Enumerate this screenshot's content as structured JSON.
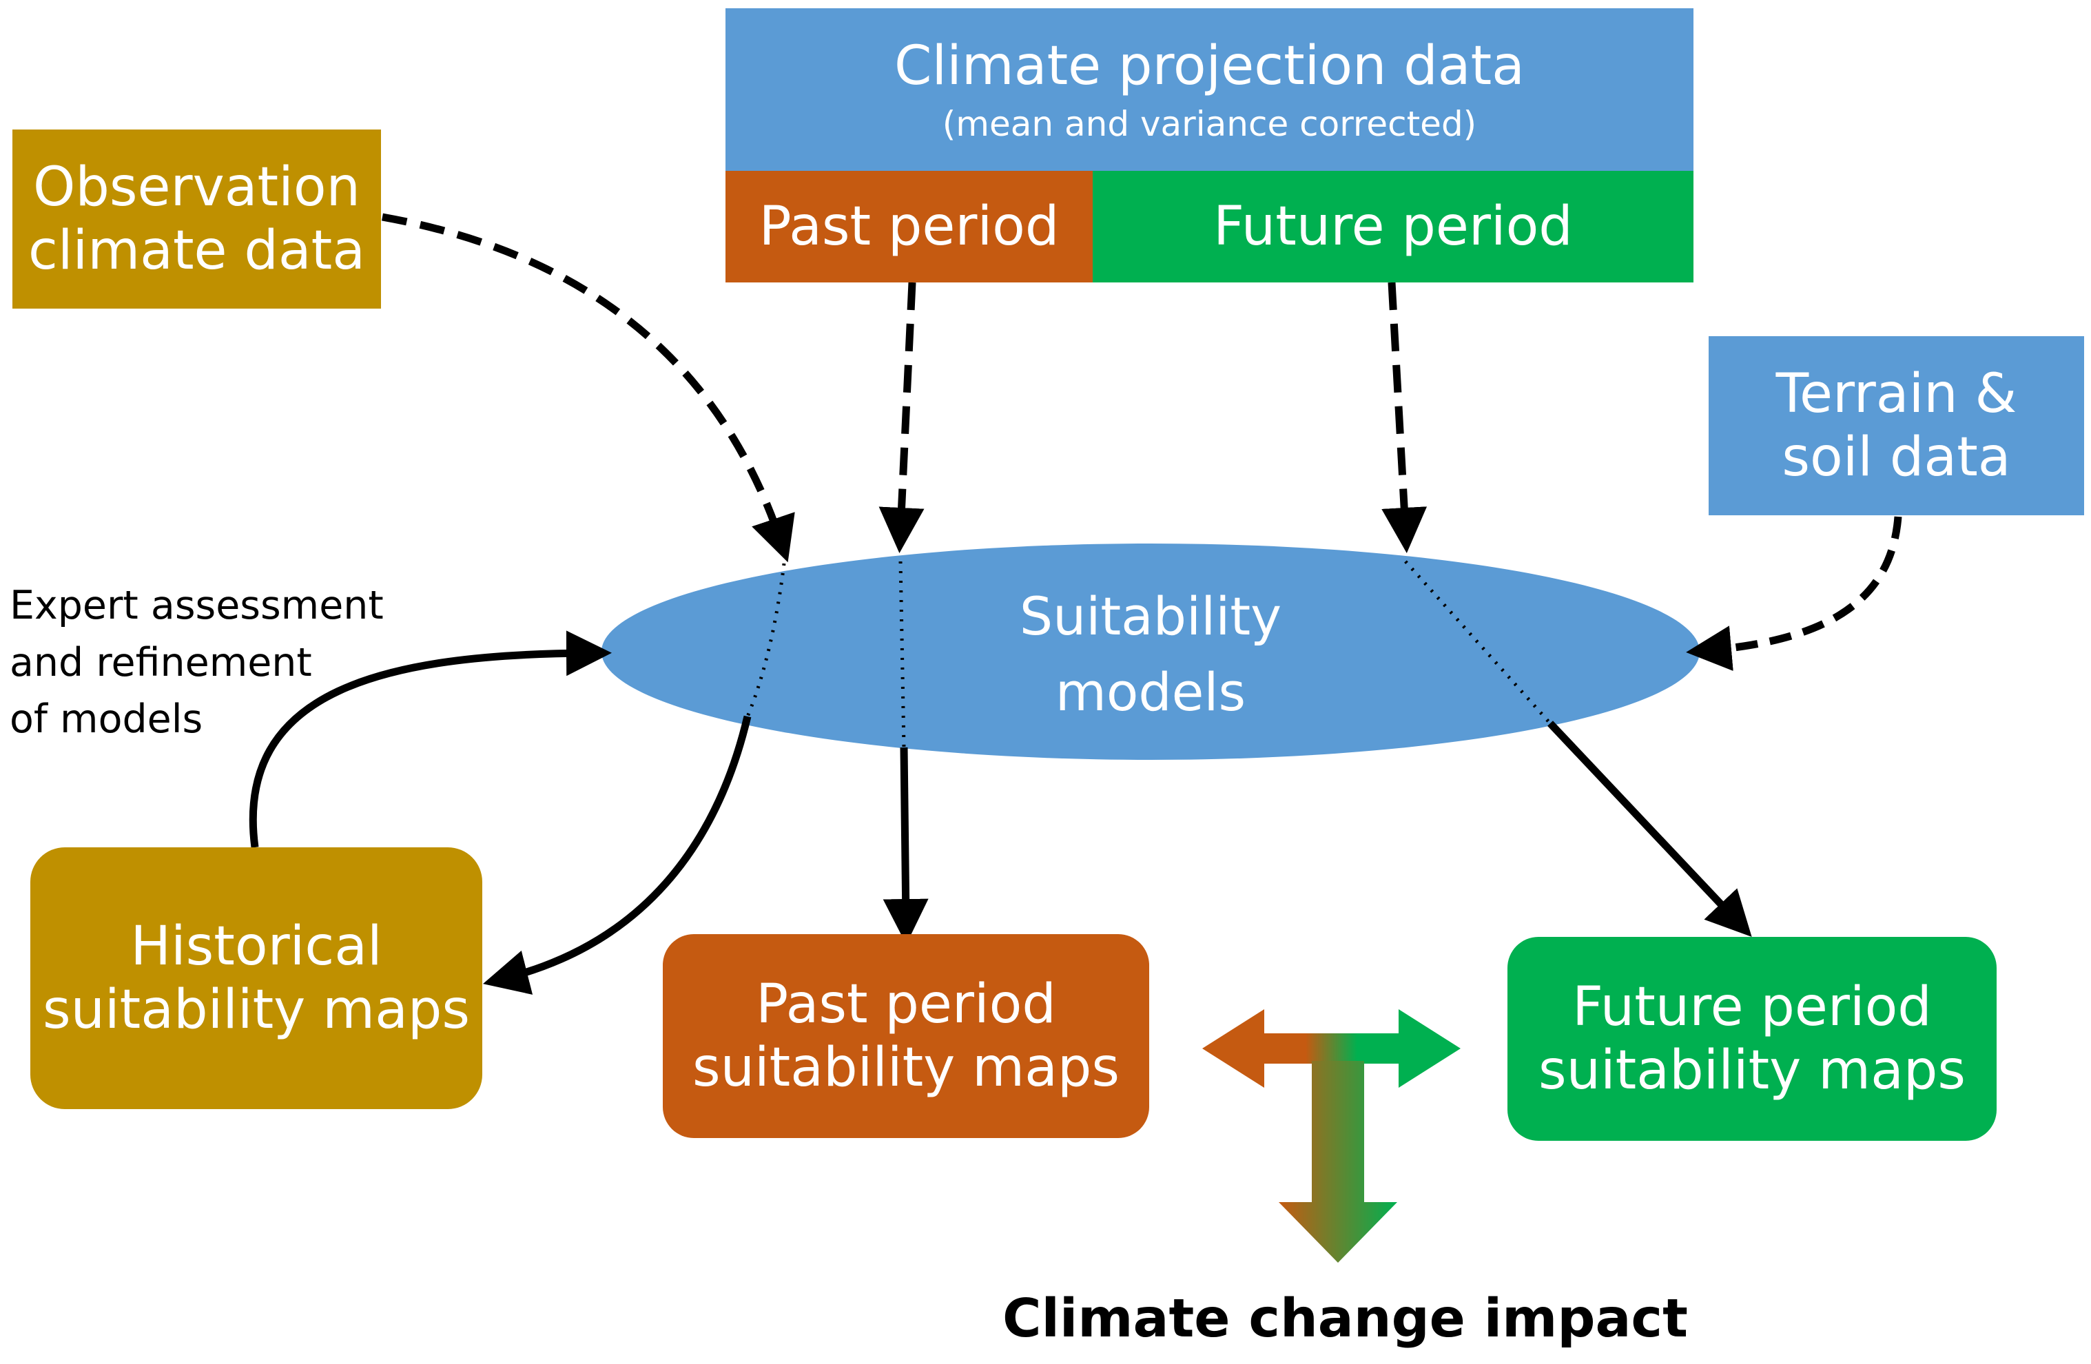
{
  "colors": {
    "gold": "#bf9000",
    "blue": "#5b9bd5",
    "orange": "#c55a11",
    "green": "#00b050",
    "arrow": "#000000"
  },
  "climate_projection": {
    "title": "Climate projection data",
    "subtitle": "(mean and variance corrected)",
    "past_label": "Past period",
    "future_label": "Future period"
  },
  "observation": {
    "line1": "Observation",
    "line2": "climate data"
  },
  "terrain": {
    "line1": "Terrain &",
    "line2": "soil data"
  },
  "suitability_models": {
    "line1": "Suitability",
    "line2": "models"
  },
  "expert_note": {
    "line1": "Expert assessment",
    "line2": "and refinement",
    "line3": "of models"
  },
  "historical_maps": {
    "line1": "Historical",
    "line2": "suitability maps"
  },
  "past_maps": {
    "line1": "Past period",
    "line2": "suitability maps"
  },
  "future_maps": {
    "line1": "Future period",
    "line2": "suitability maps"
  },
  "impact": {
    "label": "Climate change impact"
  }
}
